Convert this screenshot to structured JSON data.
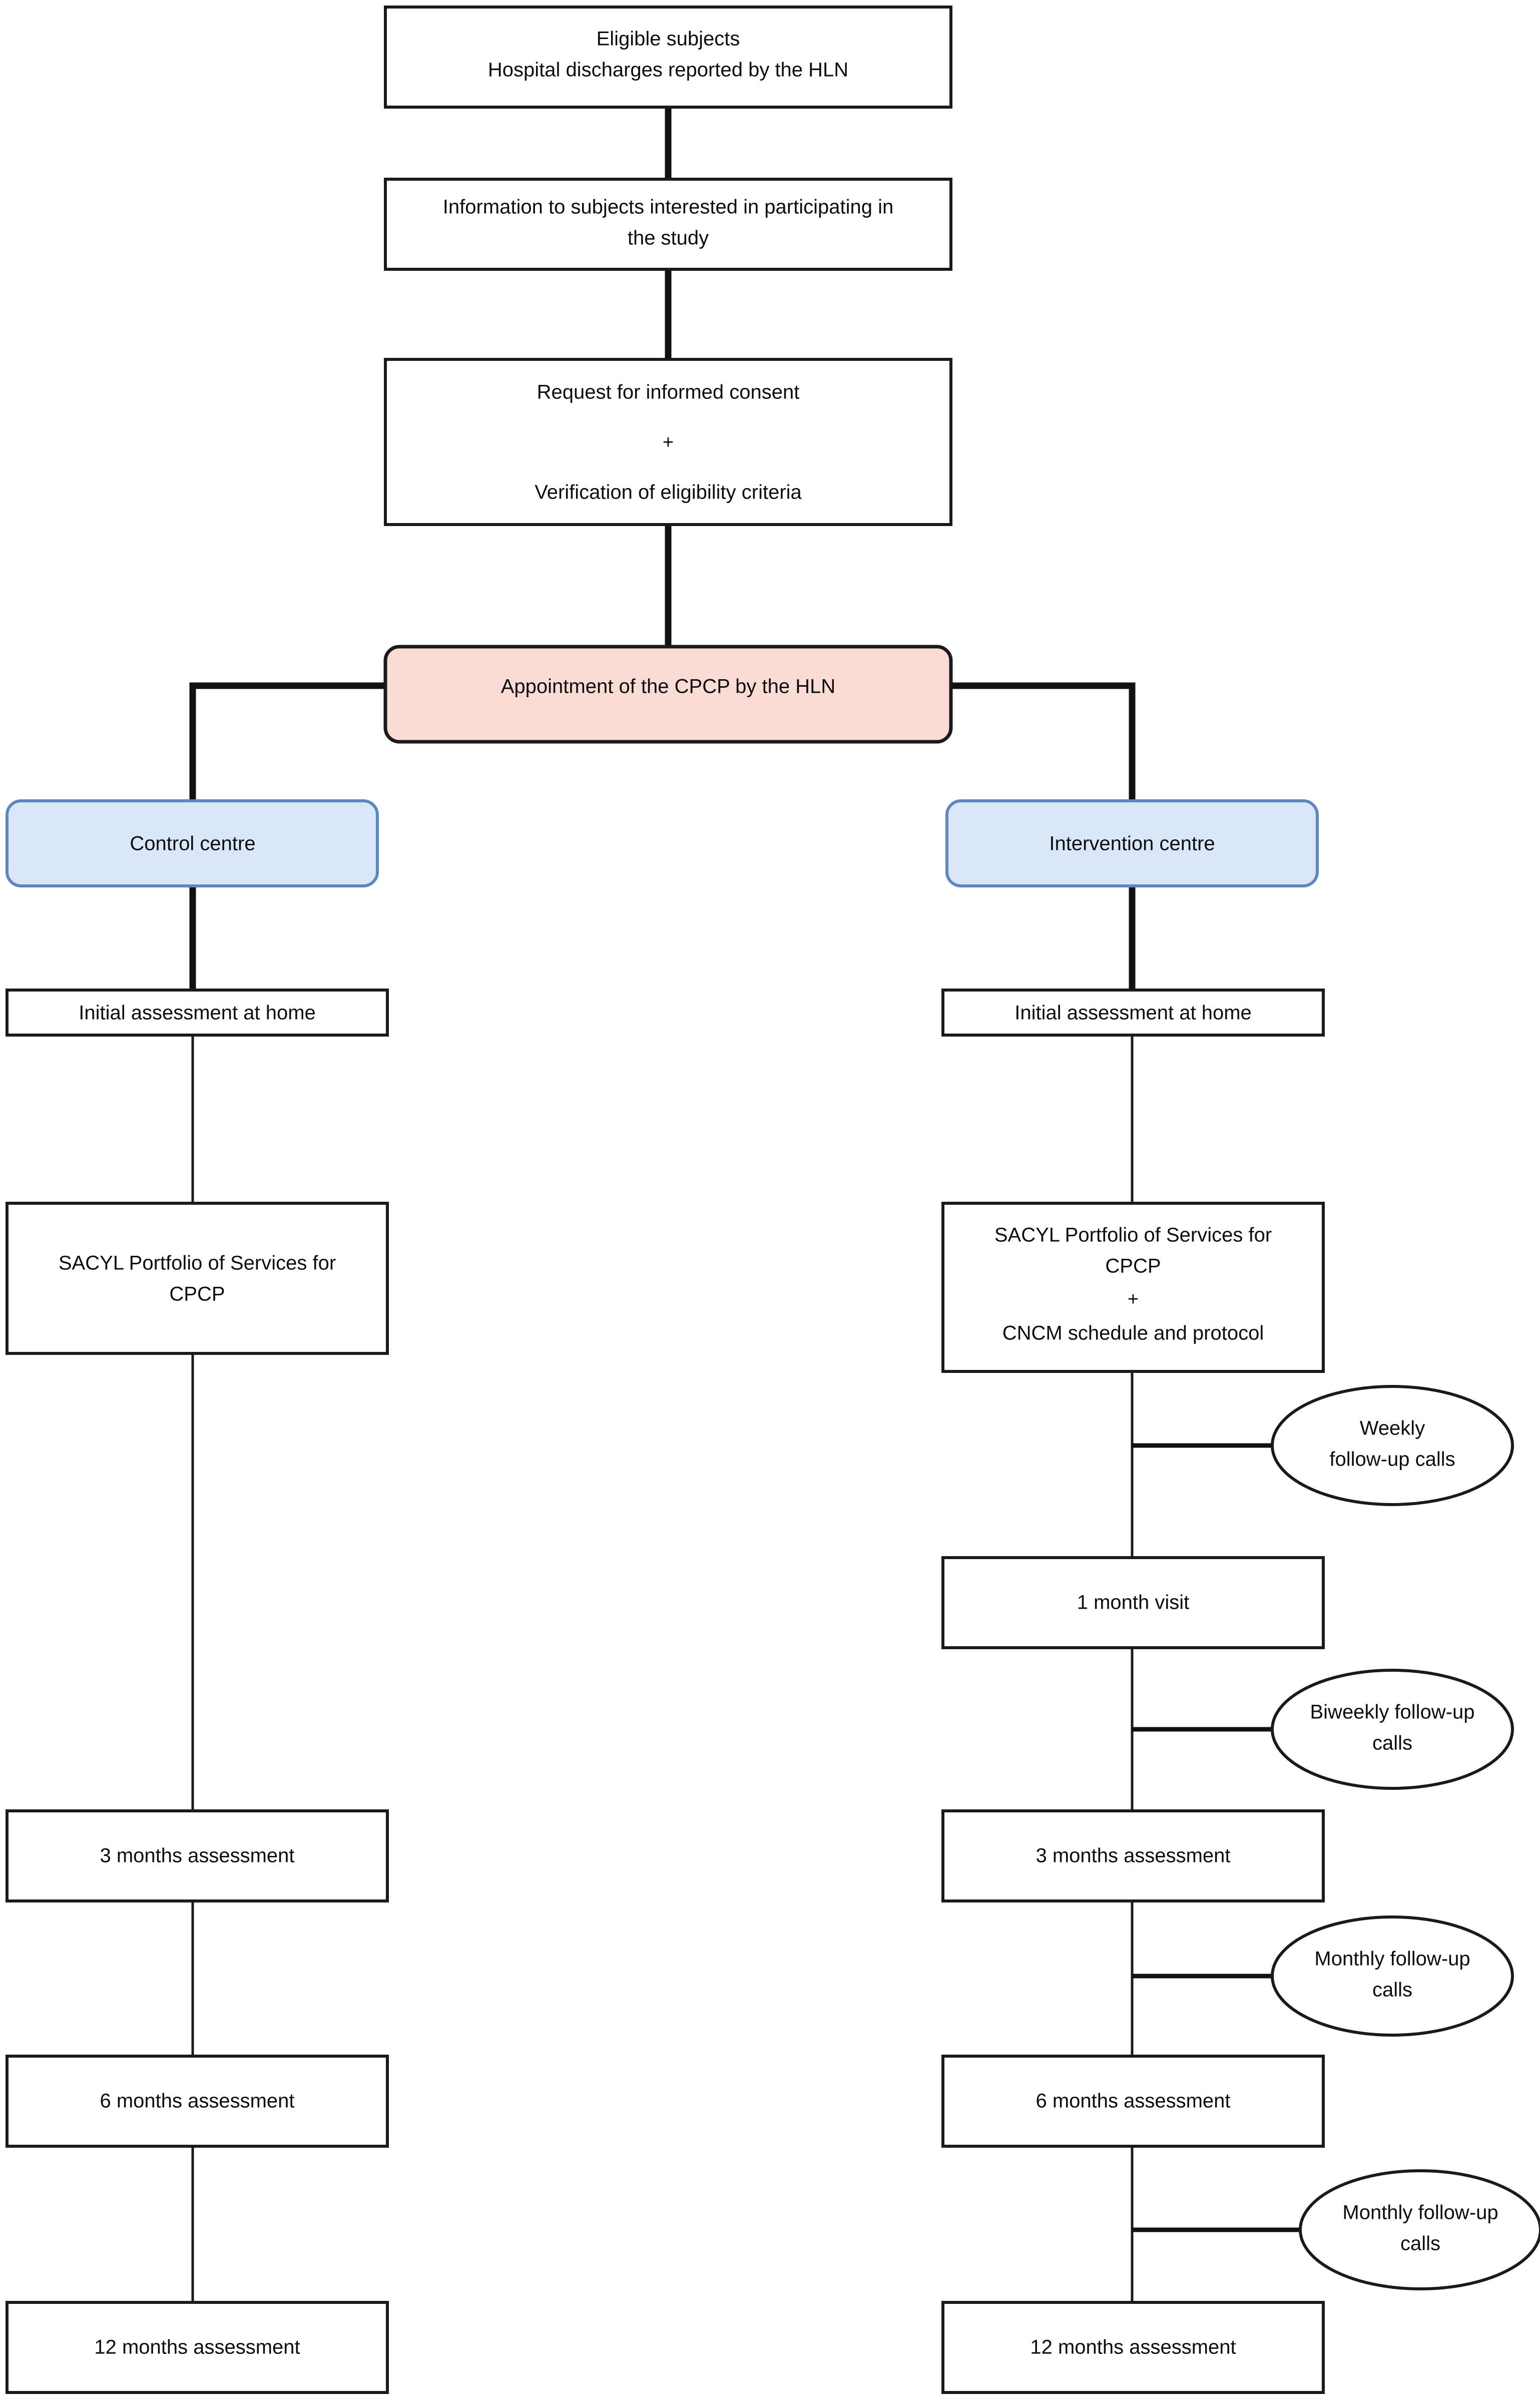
{
  "diagram": {
    "title": "Study flow diagram",
    "colors": {
      "pink_fill": "#fadcd5",
      "blue_fill": "#d9e7f8",
      "blue_border": "#5b88c4",
      "line": "#1a1a1a",
      "background": "#ffffff"
    }
  },
  "nodes": {
    "eligible_subjects": {
      "line1": "Eligible subjects",
      "line2": "Hospital discharges reported by the HLN"
    },
    "information": {
      "line1": "Information to subjects interested in participating in",
      "line2": "the study"
    },
    "consent": {
      "line1": "Request for informed consent",
      "line2": "+",
      "line3": "Verification of eligibility criteria"
    },
    "appointment": {
      "line1": "Appointment of the CPCP by the HLN"
    },
    "control_centre": {
      "line1": "Control centre"
    },
    "intervention_centre": {
      "line1": "Intervention centre"
    },
    "control_initial": {
      "line1": "Initial assessment at home"
    },
    "intervention_initial": {
      "line1": "Initial assessment at home"
    },
    "control_portfolio": {
      "line1": "SACYL Portfolio of Services for",
      "line2": "CPCP"
    },
    "intervention_portfolio": {
      "line1": "SACYL Portfolio of Services for",
      "line2": "CPCP",
      "line3": "+",
      "line4": "CNCM schedule and protocol"
    },
    "weekly_calls": {
      "line1": "Weekly",
      "line2": "follow-up calls"
    },
    "one_month_visit": {
      "line1": "1 month visit"
    },
    "biweekly_calls": {
      "line1": "Biweekly follow-up",
      "line2": "calls"
    },
    "control_3months": {
      "line1": "3 months assessment"
    },
    "intervention_3months": {
      "line1": "3 months assessment"
    },
    "monthly_calls_1": {
      "line1": "Monthly follow-up",
      "line2": "calls"
    },
    "control_6months": {
      "line1": "6 months assessment"
    },
    "intervention_6months": {
      "line1": "6 months assessment"
    },
    "monthly_calls_2": {
      "line1": "Monthly follow-up",
      "line2": "calls"
    },
    "control_12months": {
      "line1": "12 months assessment"
    },
    "intervention_12months": {
      "line1": "12 months assessment"
    }
  }
}
